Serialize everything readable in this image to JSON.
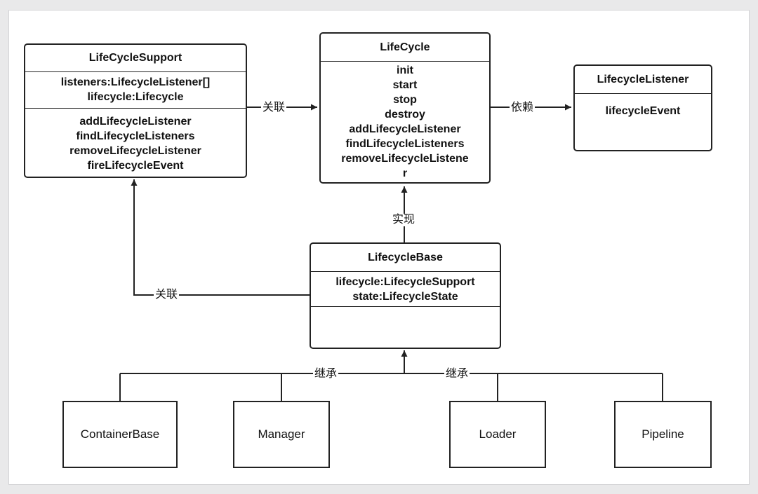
{
  "colors": {
    "canvas": "#e9e9ea",
    "stroke": "#222222",
    "text": "#111111",
    "box_fill": "#ffffff"
  },
  "lifecycle_support": {
    "title": "LifeCycleSupport",
    "attributes": [
      "listeners:LifecycleListener[]",
      "lifecycle:Lifecycle"
    ],
    "methods": [
      "addLifecycleListener",
      "findLifecycleListeners",
      "removeLifecycleListener",
      "fireLifecycleEvent"
    ]
  },
  "lifecycle": {
    "title": "LifeCycle",
    "methods": [
      "init",
      "start",
      "stop",
      "destroy",
      "addLifecycleListener",
      "findLifecycleListeners",
      "removeLifecycleListene",
      "r"
    ]
  },
  "lifecycle_listener": {
    "title": "LifecycleListener",
    "methods": [
      "lifecycleEvent"
    ]
  },
  "lifecycle_base": {
    "title": "LifecycleBase",
    "attributes": [
      "lifecycle:LifecycleSupport",
      "state:LifecycleState"
    ]
  },
  "subclasses": [
    {
      "name": "ContainerBase"
    },
    {
      "name": "Manager"
    },
    {
      "name": "Loader"
    },
    {
      "name": "Pipeline"
    }
  ],
  "edges": {
    "support_to_lifecycle": "关联",
    "lifecycle_to_listener": "依赖",
    "base_to_lifecycle": "实现",
    "base_to_support": "关联",
    "inherit_left": "继承",
    "inherit_right": "继承"
  }
}
